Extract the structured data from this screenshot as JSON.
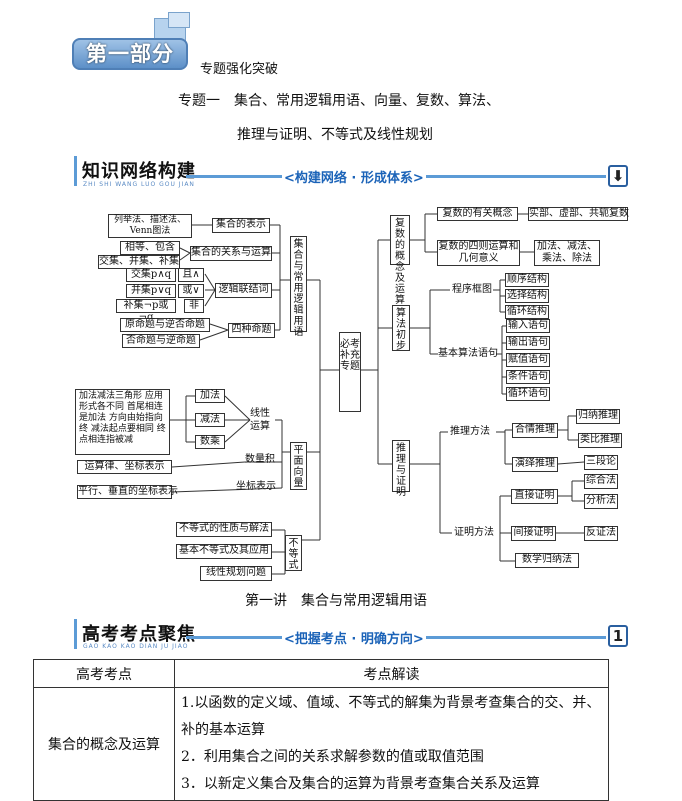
{
  "part": {
    "badge": "第一部分",
    "subtitle": "专题强化突破"
  },
  "topic": {
    "line1": "专题一　集合、常用逻辑用语、向量、复数、算法、",
    "line2": "推理与证明、不等式及线性规划"
  },
  "section1": {
    "title": "知识网络构建",
    "pinyin": "ZHI SHI WANG LUO GOU JIAN",
    "bar": "构建网络 · 形成体系",
    "end_icon": "⬇"
  },
  "map": {
    "center": "必考补充专题",
    "sets": {
      "branch": "集合与常用逻辑用语",
      "rep_methods": "列举法、描述法、Venn图法",
      "rep": "集合的表示",
      "rel_items": "相等、包含",
      "ops": "交集、并集、补集",
      "rel": "集合的关系与运算",
      "and": "交集p∧q",
      "and_sym": "且∧",
      "or": "并集p∨q",
      "or_sym": "或∨",
      "not": "补集¬p或¬q",
      "not_sym": "非",
      "logic": "逻辑联结词",
      "conv1": "原命题与逆否命题",
      "conv2": "否命题与逆命题",
      "four": "四种命题"
    },
    "vectors": {
      "branch": "平面向量",
      "rule": "加法减法三角形 应用形式各不同 首尾相连是加法 方向由始指向终 减法起点要相同 终点相连指被减",
      "add": "加法",
      "sub": "减法",
      "mul": "数乘",
      "linear": "线性运算",
      "dot": "数量积",
      "laws": "运算律、坐标表示",
      "coord": "坐标表示",
      "parallel": "平行、垂直的坐标表示"
    },
    "ineq": {
      "branch": "不等式",
      "props": "不等式的性质与解法",
      "basic": "基本不等式及其应用",
      "lp": "线性规划问题"
    },
    "complex": {
      "branch": "复数的概念及运算",
      "concept": "复数的有关概念",
      "parts": "实部、虚部、共轭复数",
      "ops": "复数的四则运算和几何意义",
      "ops_items": "加法、减法、乘法、除法"
    },
    "algo": {
      "branch": "算法初步",
      "flow": "程序框图",
      "seq": "顺序结构",
      "sel": "选择结构",
      "loop": "循环结构",
      "basic": "基本算法语句",
      "input": "输入语句",
      "output": "输出语句",
      "assign": "赋值语句",
      "cond": "条件语句",
      "loopst": "循环语句"
    },
    "proof": {
      "branch": "推理与证明",
      "reason": "推理方法",
      "plausible": "合情推理",
      "induction": "归纳推理",
      "analogy": "类比推理",
      "deductive": "演绎推理",
      "syllogism": "三段论",
      "prove": "证明方法",
      "direct": "直接证明",
      "synthetic": "综合法",
      "analytic": "分析法",
      "indirect": "间接证明",
      "contra": "反证法",
      "math_ind": "数学归纳法"
    }
  },
  "lecture": "第一讲　集合与常用逻辑用语",
  "section2": {
    "title": "高考考点聚焦",
    "pinyin": "GAO KAO KAO DIAN JU JIAO",
    "bar": "把握考点 · 明确方向",
    "end_num": "1"
  },
  "table": {
    "headers": [
      "高考考点",
      "考点解读"
    ],
    "row1": {
      "topic": "集合的概念及运算",
      "p1a": "1.以函数的定义域、值域、不等式的解集为背景考查集合的交、并、",
      "p1b": "补的基本运算",
      "p2": "2．利用集合之间的关系求解参数的值或取值范围",
      "p3": "3．以新定义集合及集合的运算为背景考查集合关系及运算"
    }
  },
  "colors": {
    "accent": "#1b63b8",
    "badge": "#5d90c8"
  }
}
